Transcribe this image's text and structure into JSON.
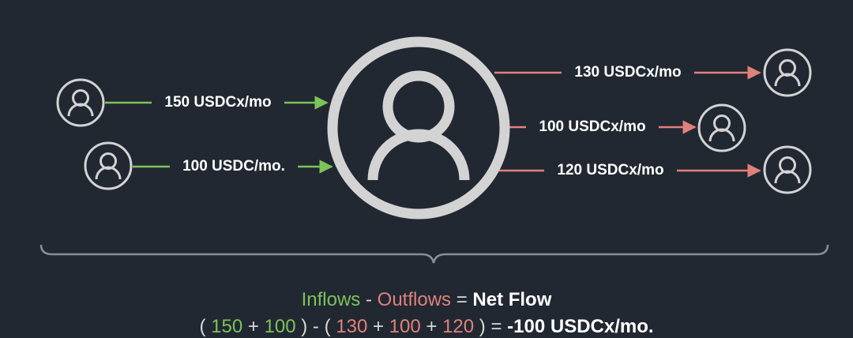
{
  "colors": {
    "background": "#222832",
    "inflow": "#7cc35a",
    "outflow": "#e0817c",
    "user": "#d3d3d3",
    "bracket": "#8a8f96"
  },
  "icons": [
    "user-icon"
  ],
  "inflows": [
    {
      "label": "150 USDCx/mo"
    },
    {
      "label": "100 USDC/mo."
    }
  ],
  "outflows": [
    {
      "label": "130 USDCx/mo"
    },
    {
      "label": "100 USDCx/mo"
    },
    {
      "label": "120 USDCx/mo"
    }
  ],
  "formula": {
    "line1": {
      "inflows": "Inflows",
      "minus": "-",
      "outflows": "Outflows",
      "equals": "=",
      "net": "Net Flow"
    },
    "line2": {
      "open1": "(",
      "in1": "150",
      "plus1": "+",
      "in2": "100",
      "close1": ")",
      "minus": "-",
      "open2": "(",
      "out1": "130",
      "plus2": "+",
      "out2": "100",
      "plus3": "+",
      "out3": "120",
      "close2": ")",
      "equals": "=",
      "result": "-100 USDCx/mo."
    }
  }
}
